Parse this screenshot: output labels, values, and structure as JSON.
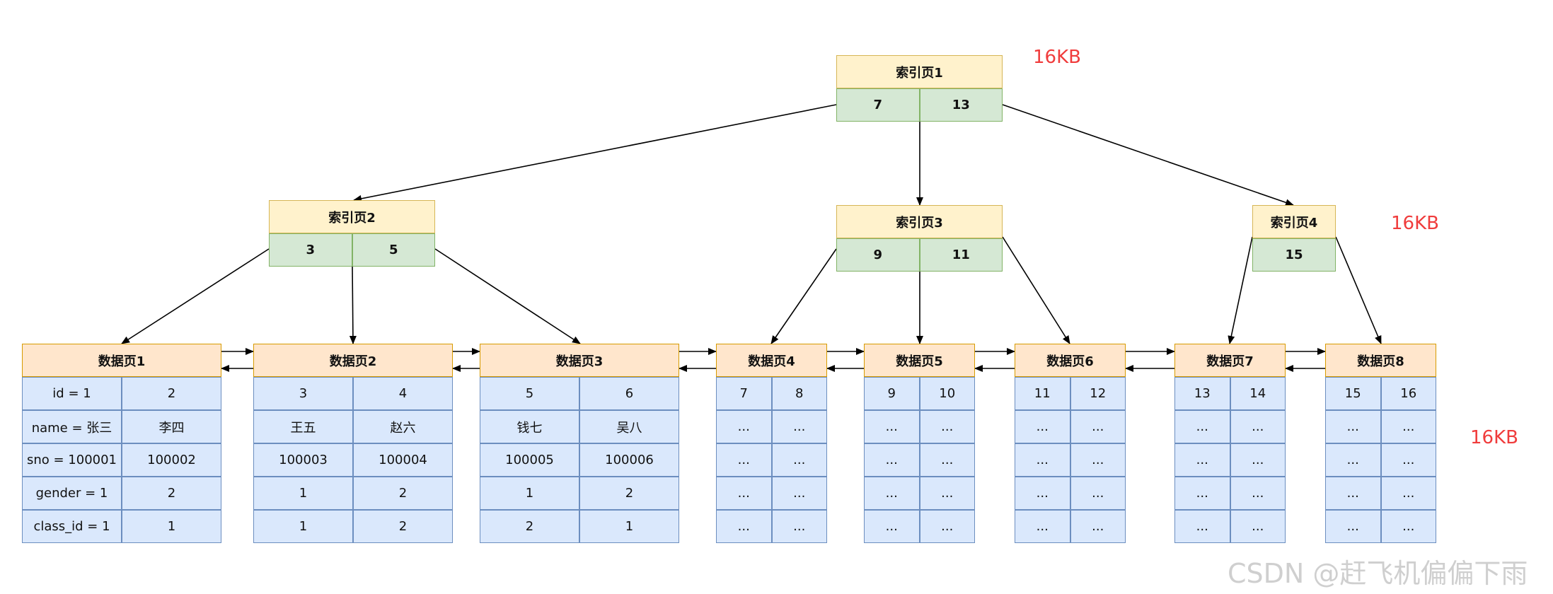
{
  "index_pages": [
    {
      "title": "索引页1",
      "keys": [
        "7",
        "13"
      ]
    },
    {
      "title": "索引页2",
      "keys": [
        "3",
        "5"
      ]
    },
    {
      "title": "索引页3",
      "keys": [
        "9",
        "11"
      ]
    },
    {
      "title": "索引页4",
      "keys": [
        "15"
      ]
    }
  ],
  "data_pages": [
    {
      "title": "数据页1",
      "rows": [
        [
          "id = 1",
          "2"
        ],
        [
          "name = 张三",
          "李四"
        ],
        [
          "sno = 100001",
          "100002"
        ],
        [
          "gender = 1",
          "2"
        ],
        [
          "class_id = 1",
          "1"
        ]
      ]
    },
    {
      "title": "数据页2",
      "rows": [
        [
          "3",
          "4"
        ],
        [
          "王五",
          "赵六"
        ],
        [
          "100003",
          "100004"
        ],
        [
          "1",
          "2"
        ],
        [
          "1",
          "2"
        ]
      ]
    },
    {
      "title": "数据页3",
      "rows": [
        [
          "5",
          "6"
        ],
        [
          "钱七",
          "吴八"
        ],
        [
          "100005",
          "100006"
        ],
        [
          "1",
          "2"
        ],
        [
          "2",
          "1"
        ]
      ]
    },
    {
      "title": "数据页4",
      "rows": [
        [
          "7",
          "8"
        ],
        [
          "...",
          "..."
        ],
        [
          "...",
          "..."
        ],
        [
          "...",
          "..."
        ],
        [
          "...",
          "..."
        ]
      ]
    },
    {
      "title": "数据页5",
      "rows": [
        [
          "9",
          "10"
        ],
        [
          "...",
          "..."
        ],
        [
          "...",
          "..."
        ],
        [
          "...",
          "..."
        ],
        [
          "...",
          "..."
        ]
      ]
    },
    {
      "title": "数据页6",
      "rows": [
        [
          "11",
          "12"
        ],
        [
          "...",
          "..."
        ],
        [
          "...",
          "..."
        ],
        [
          "...",
          "..."
        ],
        [
          "...",
          "..."
        ]
      ]
    },
    {
      "title": "数据页7",
      "rows": [
        [
          "13",
          "14"
        ],
        [
          "...",
          "..."
        ],
        [
          "...",
          "..."
        ],
        [
          "...",
          "..."
        ],
        [
          "...",
          "..."
        ]
      ]
    },
    {
      "title": "数据页8",
      "rows": [
        [
          "15",
          "16"
        ],
        [
          "...",
          "..."
        ],
        [
          "...",
          "..."
        ],
        [
          "...",
          "..."
        ],
        [
          "...",
          "..."
        ]
      ]
    }
  ],
  "size_labels": [
    "16KB",
    "16KB",
    "16KB"
  ],
  "watermark": "CSDN @赶飞机偏偏下雨",
  "colors": {
    "index_header_fill": "#fff2cc",
    "index_header_stroke": "#d6b656",
    "index_key_fill": "#d5e8d4",
    "index_key_stroke": "#82b366",
    "data_header_fill": "#ffe6cc",
    "data_header_stroke": "#d79b00",
    "data_cell_fill": "#dae8fc",
    "data_cell_stroke": "#6c8ebf",
    "size_label": "#f03c3c",
    "edge": "#000000"
  }
}
